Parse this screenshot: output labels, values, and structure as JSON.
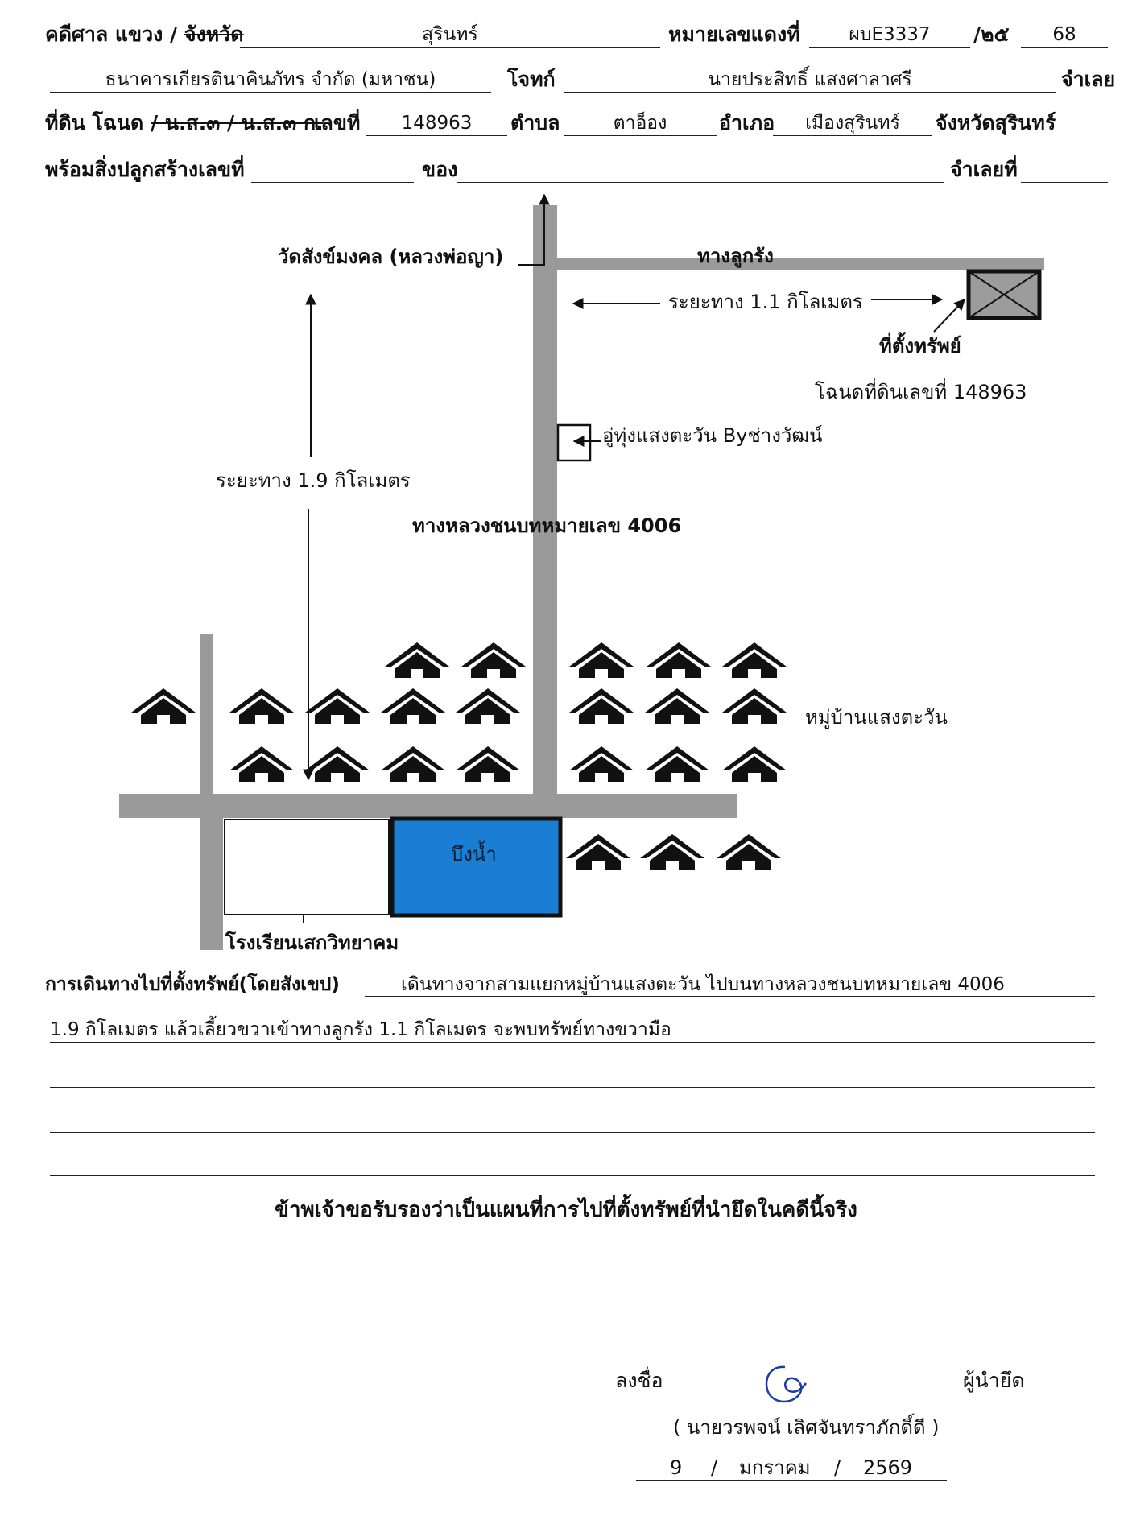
{
  "header": {
    "row1": {
      "court_label": "คดีศาล แขวง /",
      "court_label_struck": "จังหวัด",
      "court_value": "สุรินทร์",
      "case_no_label": "หมายเลขแดงที่",
      "case_no_value": "ผบE3337",
      "year_prefix": "/๒๕",
      "year_value": "68"
    },
    "row2": {
      "plaintiff_value": "ธนาคารเกียรตินาคินภัทร จำกัด (มหาชน)",
      "plaintiff_label": "โจทก์",
      "defendant_value": "นายประสิทธิ์ แสงศาลาศรี",
      "defendant_label": "จำเลย"
    },
    "row3": {
      "land_label": "ที่ดิน โฉนด",
      "land_struck": "/ น.ส.๓ / น.ส.๓ ก.",
      "number_label": "เลขที่",
      "number_value": "148963",
      "subdistrict_label": "ตำบล",
      "subdistrict_value": "ตาอ็อง",
      "district_label": "อำเภอ",
      "district_value": "เมืองสุรินทร์",
      "province_label": "จังหวัดสุรินทร์"
    },
    "row4": {
      "building_label": "พร้อมสิ่งปลูกสร้างเลขที่",
      "building_value": "",
      "owner_label": "ของ",
      "owner_value": "",
      "defendant_no_label": "จำเลยที่",
      "defendant_no_value": ""
    }
  },
  "map": {
    "temple": "วัดสังข์มงคล (หลวงพ่อญา)",
    "laterite_road": "ทางลูกรัง",
    "distance_east": "ระยะทาง 1.1 กิโลเมตร",
    "property_location": "ที่ตั้งทรัพย์",
    "title_deed": "โฉนดที่ดินเลขที่ 148963",
    "garage": "อู่ทุ่งแสงตะวัน Byช่างวัฒน์",
    "distance_north": "ระยะทาง 1.9 กิโลเมตร",
    "rural_road": "ทางหลวงชนบทหมายเลข 4006",
    "village": "หมู่บ้านแสงตะวัน",
    "pond": "บึงน้ำ",
    "school": "โรงเรียนเสกวิทยาคม",
    "colors": {
      "road": "#9a9a9a",
      "pond": "#1a7fd4",
      "house": "#111111",
      "property_fill": "#9c9c9c"
    }
  },
  "directions": {
    "label": "การเดินทางไปที่ตั้งทรัพย์(โดยสังเขป)",
    "line1": "เดินทางจากสามแยกหมู่บ้านแสงตะวัน  ไปบนทางหลวงชนบทหมายเลข 4006",
    "line2": "1.9 กิโลเมตร แล้วเลี้ยวขวาเข้าทางลูกรัง  1.1 กิโลเมตร  จะพบทรัพย์ทางขวามือ",
    "line3": "",
    "line4": "",
    "line5": ""
  },
  "certification": "ข้าพเจ้าขอรับรองว่าเป็นแผนที่การไปที่ตั้งทรัพย์ที่นำยึดในคดีนี้จริง",
  "signature": {
    "sign_label": "ลงชื่อ",
    "role": "ผู้นำยึด",
    "name": "( นายวรพจน์ เลิศจันทราภักดิ์ดี )",
    "day": "9",
    "month": "มกราคม",
    "year": "2569",
    "sep": "/"
  }
}
